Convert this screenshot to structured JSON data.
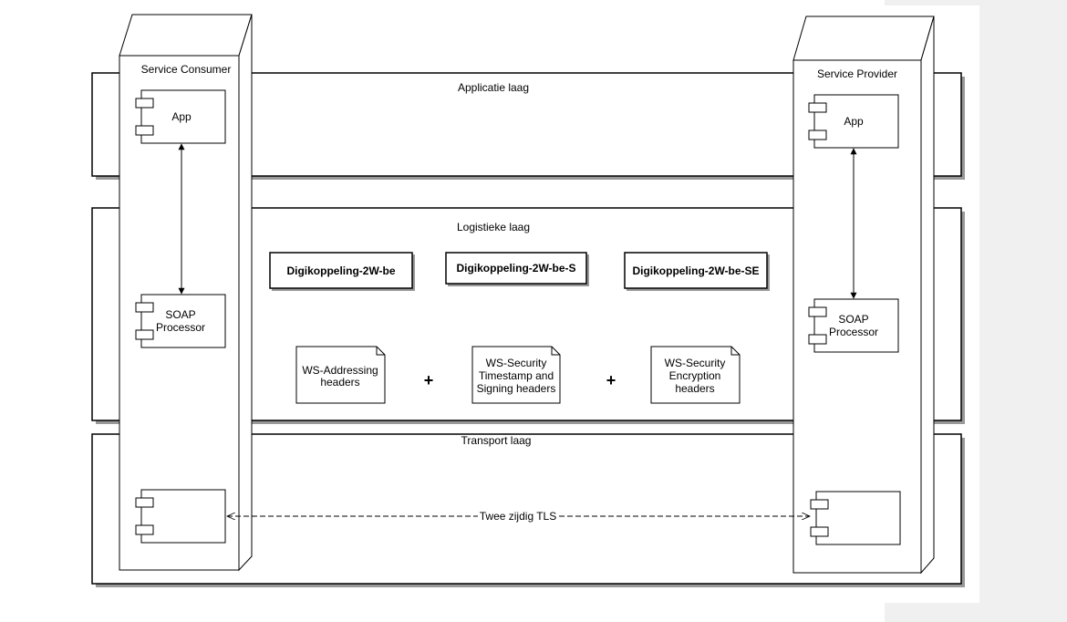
{
  "layers": {
    "application": "Applicatie laag",
    "logistic": "Logistieke laag",
    "transport": "Transport laag"
  },
  "consumer": {
    "title": "Service Consumer",
    "app": "App",
    "soap_line1": "SOAP",
    "soap_line2": "Processor"
  },
  "provider": {
    "title": "Service Provider",
    "app": "App",
    "soap_line1": "SOAP",
    "soap_line2": "Processor"
  },
  "profiles": {
    "be": "Digikoppeling-2W-be",
    "be_s": "Digikoppeling-2W-be-S",
    "be_se": "Digikoppeling-2W-be-SE"
  },
  "headers": {
    "addressing": [
      "WS-Addressing",
      "headers"
    ],
    "timestamp_signing": [
      "WS-Security",
      "Timestamp and",
      "Signing headers"
    ],
    "encryption": [
      "WS-Security",
      "Encryption",
      "headers"
    ],
    "plus": "+"
  },
  "tls_label": "Twee zijdig TLS"
}
